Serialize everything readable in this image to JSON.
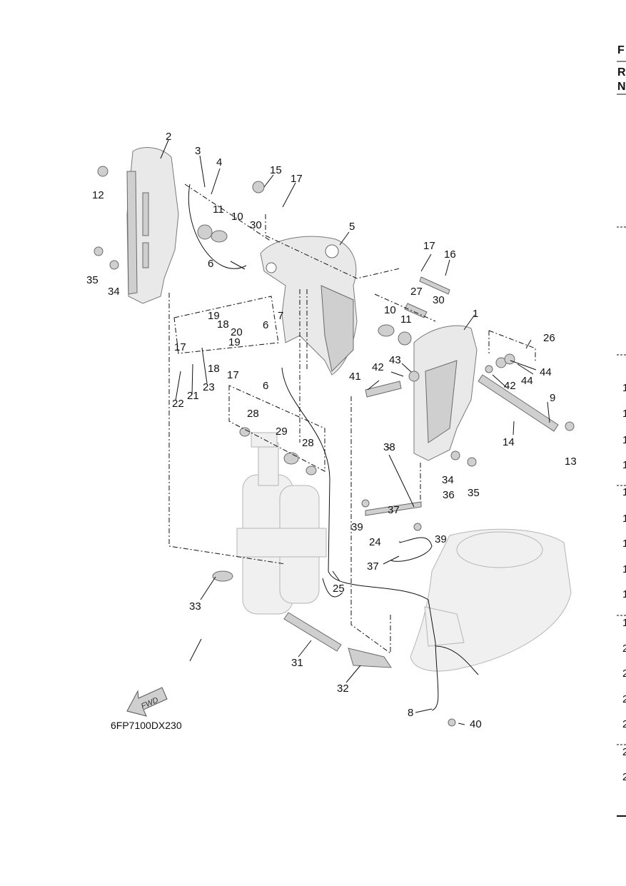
{
  "diagram_code": "6FP7100DX230",
  "direction_label": "FWD",
  "side_texts": {
    "title_char": "F",
    "row_r": "R",
    "row_n": "N",
    "edge_marks": [
      "1",
      "1",
      "1",
      "1",
      "1",
      "1",
      "1",
      "1",
      "1",
      "1",
      "2",
      "2",
      "2",
      "2",
      "2",
      "2"
    ]
  },
  "callouts": [
    {
      "id": "c1",
      "label": "1"
    },
    {
      "id": "c2",
      "label": "2"
    },
    {
      "id": "c3",
      "label": "3"
    },
    {
      "id": "c4",
      "label": "4"
    },
    {
      "id": "c5",
      "label": "5"
    },
    {
      "id": "c6a",
      "label": "6"
    },
    {
      "id": "c6b",
      "label": "6"
    },
    {
      "id": "c6c",
      "label": "6"
    },
    {
      "id": "c7",
      "label": "7"
    },
    {
      "id": "c8",
      "label": "8"
    },
    {
      "id": "c9",
      "label": "9"
    },
    {
      "id": "c10a",
      "label": "10"
    },
    {
      "id": "c10b",
      "label": "10"
    },
    {
      "id": "c11a",
      "label": "11"
    },
    {
      "id": "c11b",
      "label": "11"
    },
    {
      "id": "c12",
      "label": "12"
    },
    {
      "id": "c13",
      "label": "13"
    },
    {
      "id": "c14",
      "label": "14"
    },
    {
      "id": "c15",
      "label": "15"
    },
    {
      "id": "c16",
      "label": "16"
    },
    {
      "id": "c17a",
      "label": "17"
    },
    {
      "id": "c17b",
      "label": "17"
    },
    {
      "id": "c17c",
      "label": "17"
    },
    {
      "id": "c17d",
      "label": "17"
    },
    {
      "id": "c18a",
      "label": "18"
    },
    {
      "id": "c18b",
      "label": "18"
    },
    {
      "id": "c19a",
      "label": "19"
    },
    {
      "id": "c19b",
      "label": "19"
    },
    {
      "id": "c20",
      "label": "20"
    },
    {
      "id": "c21",
      "label": "21"
    },
    {
      "id": "c22",
      "label": "22"
    },
    {
      "id": "c23",
      "label": "23"
    },
    {
      "id": "c24",
      "label": "24"
    },
    {
      "id": "c25",
      "label": "25"
    },
    {
      "id": "c26",
      "label": "26"
    },
    {
      "id": "c27",
      "label": "27"
    },
    {
      "id": "c28a",
      "label": "28"
    },
    {
      "id": "c28b",
      "label": "28"
    },
    {
      "id": "c29",
      "label": "29"
    },
    {
      "id": "c30a",
      "label": "30"
    },
    {
      "id": "c30b",
      "label": "30"
    },
    {
      "id": "c31",
      "label": "31"
    },
    {
      "id": "c32",
      "label": "32"
    },
    {
      "id": "c33",
      "label": "33"
    },
    {
      "id": "c34a",
      "label": "34"
    },
    {
      "id": "c34b",
      "label": "34"
    },
    {
      "id": "c35a",
      "label": "35"
    },
    {
      "id": "c35b",
      "label": "35"
    },
    {
      "id": "c36",
      "label": "36"
    },
    {
      "id": "c37a",
      "label": "37"
    },
    {
      "id": "c37b",
      "label": "37"
    },
    {
      "id": "c38",
      "label": "38"
    },
    {
      "id": "c39a",
      "label": "39"
    },
    {
      "id": "c39b",
      "label": "39"
    },
    {
      "id": "c40",
      "label": "40"
    },
    {
      "id": "c41",
      "label": "41"
    },
    {
      "id": "c42a",
      "label": "42"
    },
    {
      "id": "c42b",
      "label": "42"
    },
    {
      "id": "c43",
      "label": "43"
    },
    {
      "id": "c44a",
      "label": "44"
    },
    {
      "id": "c44b",
      "label": "44"
    }
  ]
}
